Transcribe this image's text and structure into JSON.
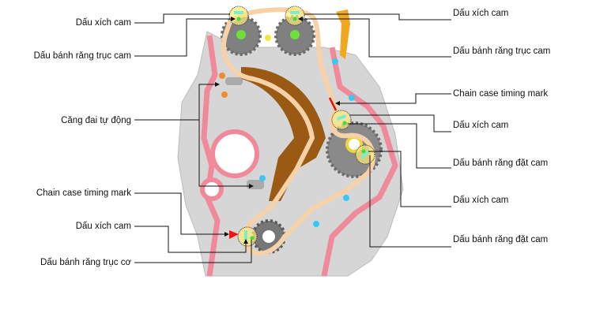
{
  "left_labels": [
    "Dấu xích cam",
    "Dấu bánh răng trục cam",
    "Căng đai tự động",
    "Chain case timing mark",
    "Dấu xích cam",
    "Dấu bánh răng trục cơ"
  ],
  "right_labels": [
    "Dấu xích cam",
    "Dấu bánh răng trục cam",
    "Chain case timing mark",
    "Dấu xích cam",
    "Dấu bánh răng đặt cam",
    "Dấu xích cam",
    "Dấu bánh răng đặt cam"
  ],
  "colors": {
    "gasket": "#f08a9a",
    "chain": "#f7d2a8",
    "guide": "#9a5a14",
    "housing": "#d4d4d4",
    "gear": "#7a7a7a",
    "mark": "#ffe97a",
    "arrow": "#ff0000"
  }
}
